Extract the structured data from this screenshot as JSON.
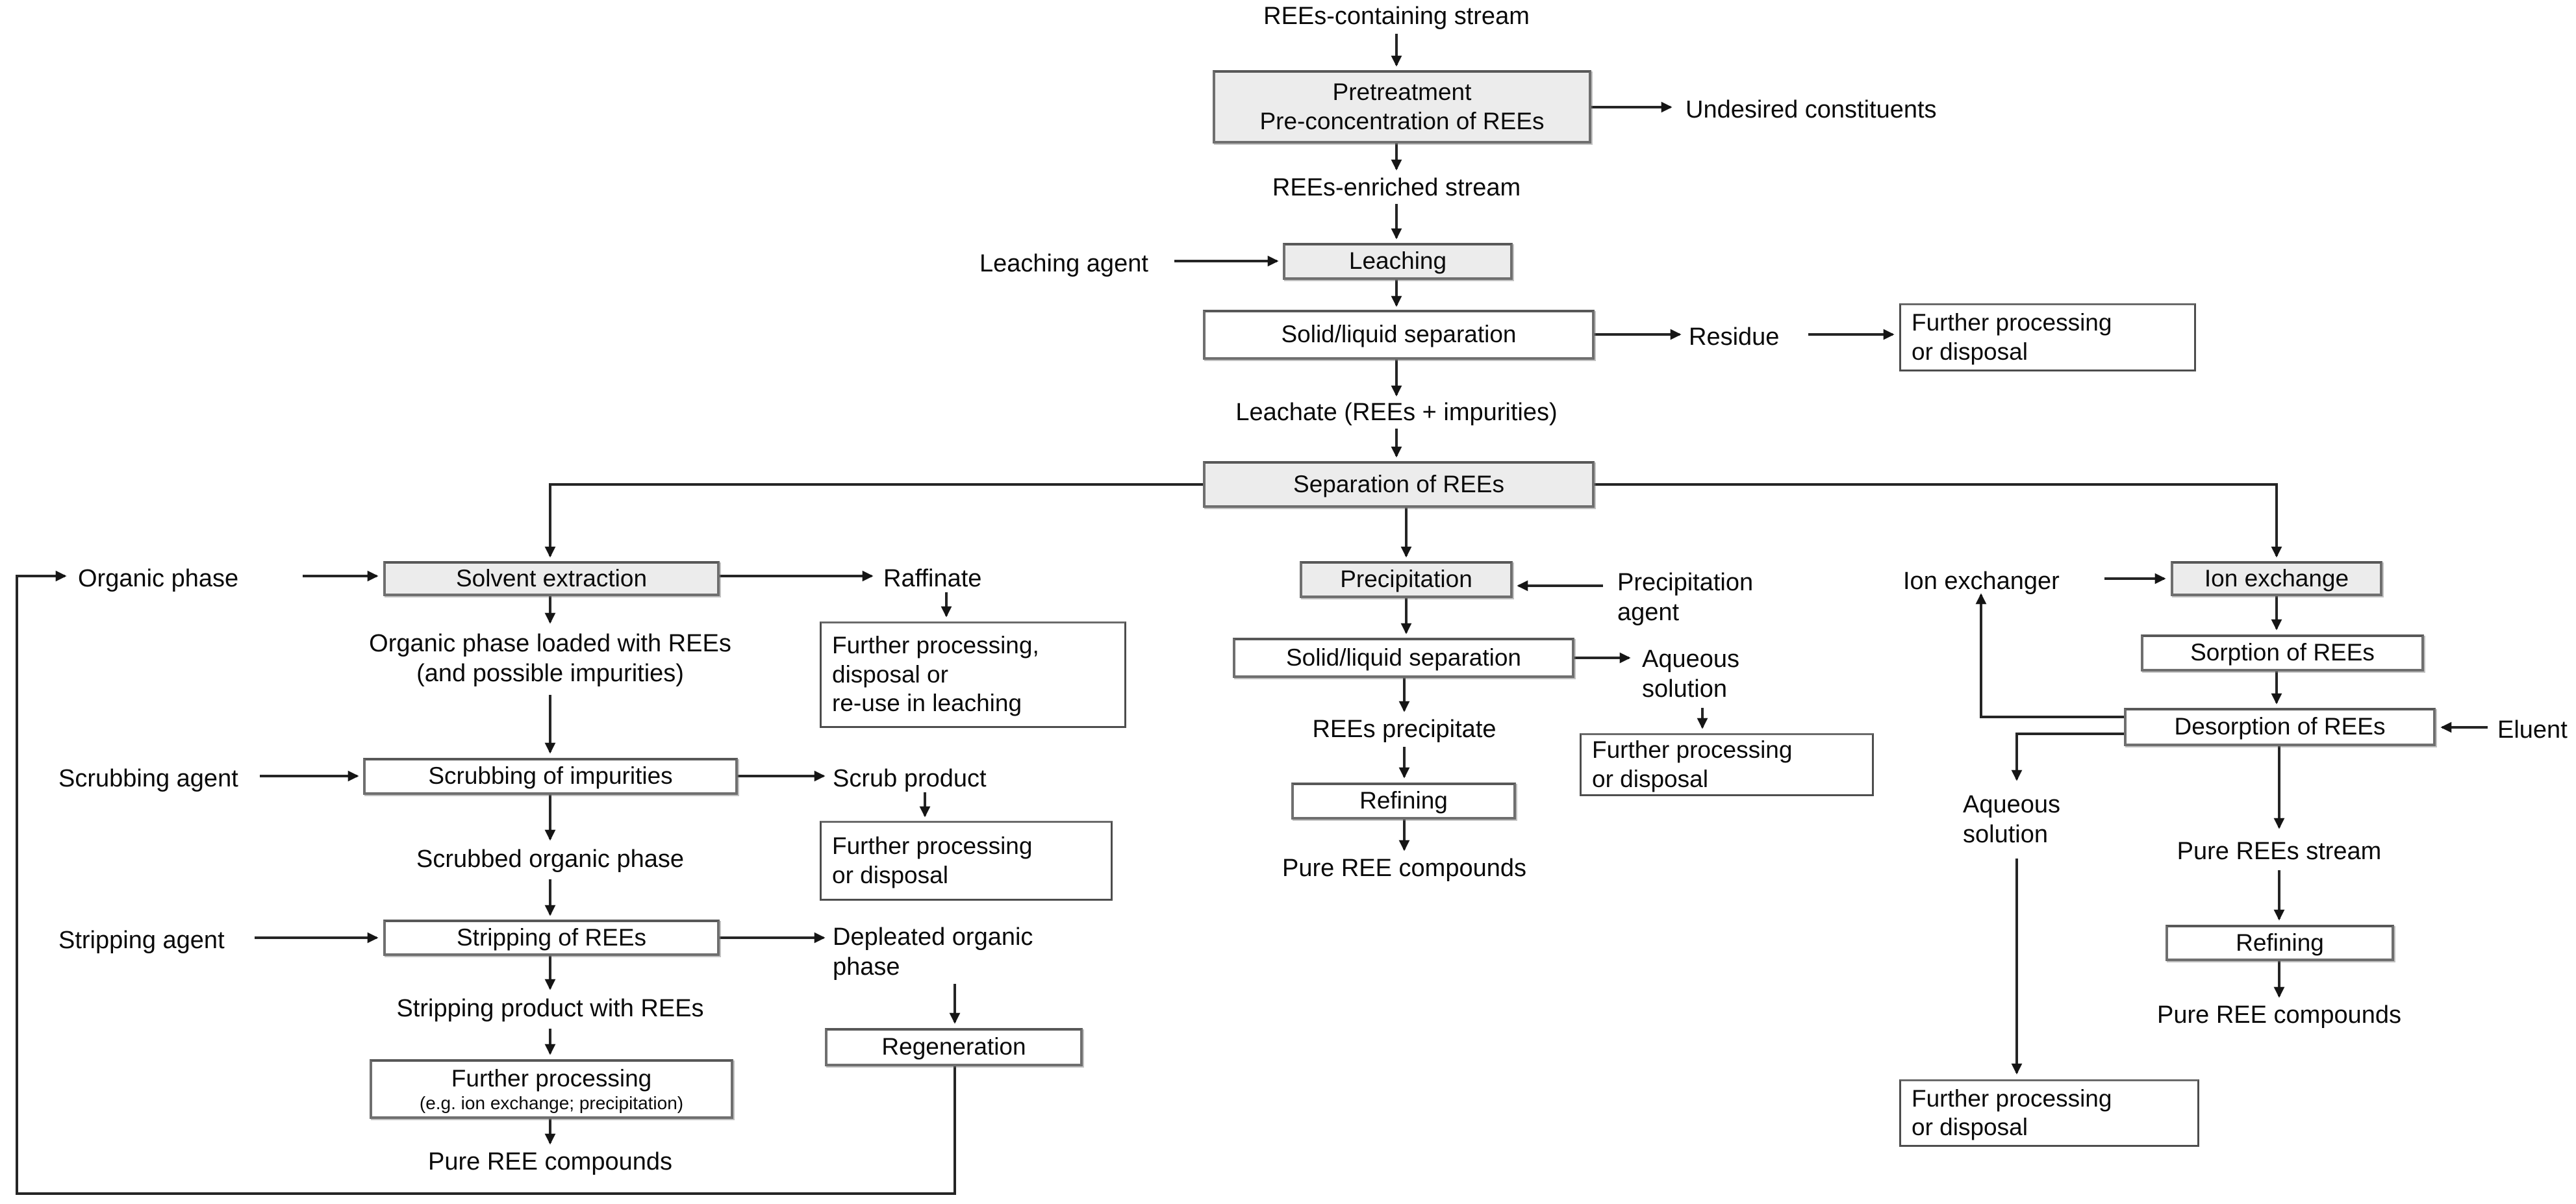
{
  "colors": {
    "background": "#ffffff",
    "text": "#0a0a0a",
    "line": "#252525",
    "box_fill": "#ffffff",
    "shaded_box_fill": "#ececec",
    "box_border": "#6f6f6f"
  },
  "boxes": {
    "pretreatment": {
      "label": "Pretreatment\nPre-concentration of REEs",
      "variant": "shaded"
    },
    "leaching": {
      "label": "Leaching",
      "variant": "shaded"
    },
    "solid_liquid_separation_top": {
      "label": "Solid/liquid separation",
      "variant": "plain"
    },
    "further_processing_top": {
      "label": "Further processing\nor disposal",
      "variant": "output"
    },
    "separation_of_rees": {
      "label": "Separation of REEs",
      "variant": "shaded"
    },
    "solvent_extraction": {
      "label": "Solvent extraction",
      "variant": "shaded"
    },
    "further_processing_raffinate": {
      "label": "Further processing,\ndisposal or\nre-use in leaching",
      "variant": "output"
    },
    "scrubbing_of_impurities": {
      "label": "Scrubbing of impurities",
      "variant": "plain"
    },
    "further_processing_scrub": {
      "label": "Further processing\nor disposal",
      "variant": "output"
    },
    "stripping_of_rees": {
      "label": "Stripping of REEs",
      "variant": "plain"
    },
    "further_processing_eg": {
      "label": "Further processing",
      "sublabel": "(e.g. ion exchange; precipitation)",
      "variant": "plain"
    },
    "regeneration": {
      "label": "Regeneration",
      "variant": "plain"
    },
    "precipitation": {
      "label": "Precipitation",
      "variant": "shaded"
    },
    "solid_liquid_separation_mid": {
      "label": "Solid/liquid separation",
      "variant": "plain"
    },
    "further_processing_mid": {
      "label": "Further processing\nor disposal",
      "variant": "output"
    },
    "refining_mid": {
      "label": "Refining",
      "variant": "plain"
    },
    "ion_exchange": {
      "label": "Ion exchange",
      "variant": "shaded"
    },
    "sorption_of_rees": {
      "label": "Sorption of REEs",
      "variant": "plain"
    },
    "desorption_of_rees": {
      "label": "Desorption of REEs",
      "variant": "plain"
    },
    "further_processing_right": {
      "label": "Further processing\nor disposal",
      "variant": "output"
    },
    "refining_right": {
      "label": "Refining",
      "variant": "plain"
    }
  },
  "labels": {
    "rees_containing_stream": "REEs-containing stream",
    "undesired_constituents": "Undesired constituents",
    "rees_enriched_stream": "REEs-enriched stream",
    "leaching_agent": "Leaching agent",
    "residue": "Residue",
    "leachate": "Leachate (REEs + impurities)",
    "organic_phase": "Organic phase",
    "raffinate": "Raffinate",
    "organic_phase_loaded": "Organic phase loaded with REEs\n(and possible impurities)",
    "scrubbing_agent": "Scrubbing agent",
    "scrub_product": "Scrub product",
    "scrubbed_organic_phase": "Scrubbed organic phase",
    "stripping_agent": "Stripping agent",
    "depleated_organic_phase": "Depleated organic\nphase",
    "stripping_product": "Stripping product with REEs",
    "pure_ree_compounds_left": "Pure REE compounds",
    "precipitation_agent": "Precipitation\nagent",
    "aqueous_solution_mid": "Aqueous\nsolution",
    "rees_precipitate": "REEs precipitate",
    "pure_ree_compounds_mid": "Pure REE compounds",
    "ion_exchanger": "Ion exchanger",
    "eluent": "Eluent",
    "aqueous_solution_right": "Aqueous\nsolution",
    "pure_rees_stream": "Pure REEs stream",
    "pure_ree_compounds_right": "Pure REE compounds"
  }
}
